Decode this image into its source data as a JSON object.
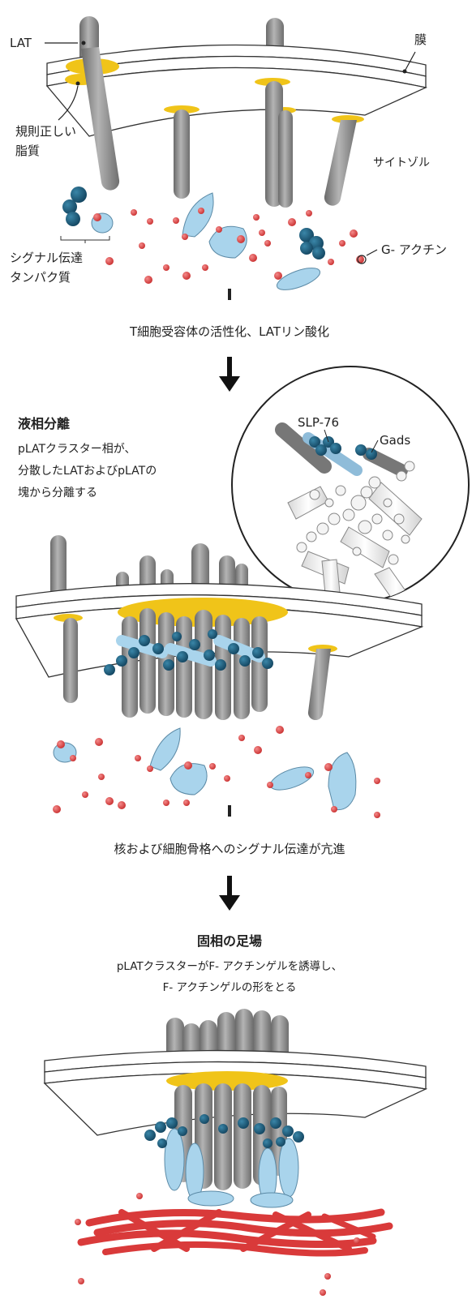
{
  "labels": {
    "lat": "LAT",
    "membrane": "膜",
    "ordered_lipid_1": "規則正しい",
    "ordered_lipid_2": "脂質",
    "cytosol": "サイトゾル",
    "signaling_1": "シグナル伝達",
    "signaling_2": "タンパク質",
    "g_actin": "G- アクチン"
  },
  "steps": {
    "activation": "T細胞受容体の活性化、LATリン酸化",
    "signaling": "核および細胞骨格へのシグナル伝達が亢進"
  },
  "phase_separation": {
    "title": "液相分離",
    "line1": "pLATクラスター相が、",
    "line2": "分散したLATおよびpLATの",
    "line3": "塊から分離する"
  },
  "inset": {
    "slp76": "SLP-76",
    "gads": "Gads"
  },
  "solid_scaffold": {
    "title": "固相の足場",
    "line1": "pLATクラスターがF- アクチンゲルを誘導し、",
    "line2": "F- アクチンゲルの形をとる"
  },
  "colors": {
    "lat_rod": "#8c8c8c",
    "lipid_raft": "#f0c419",
    "signaling_dark": "#1e5b78",
    "signaling_light": "#a9d4ec",
    "g_actin": "#e04848",
    "f_actin": "#d93a3a"
  }
}
